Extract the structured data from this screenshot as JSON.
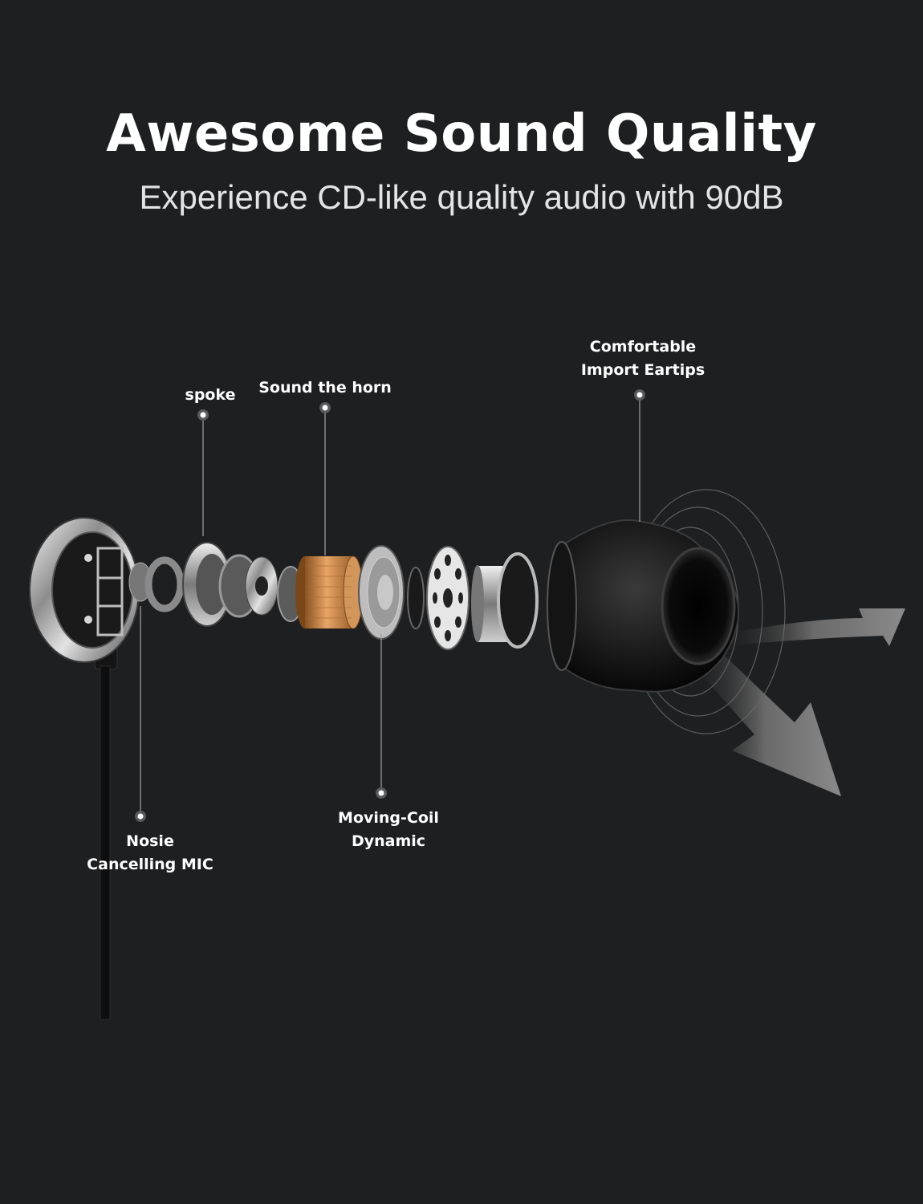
{
  "header": {
    "title": "Awesome Sound Quality",
    "subtitle": "Experience CD-like quality audio with 90dB"
  },
  "callouts": {
    "spoke": {
      "label": "spoke"
    },
    "sound_horn": {
      "label": "Sound the horn"
    },
    "eartips": {
      "line1": "Comfortable",
      "line2": "Import Eartips"
    },
    "mic": {
      "line1": "Nosie",
      "line2": "Cancelling MIC"
    },
    "coil": {
      "line1": "Moving-Coil",
      "line2": "Dynamic"
    }
  },
  "colors": {
    "background": "#1e1f21",
    "text": "#ffffff",
    "subtitle": "#e4e4e4",
    "copper": "#c98a4d",
    "leader_line": "#9a9a9a"
  }
}
